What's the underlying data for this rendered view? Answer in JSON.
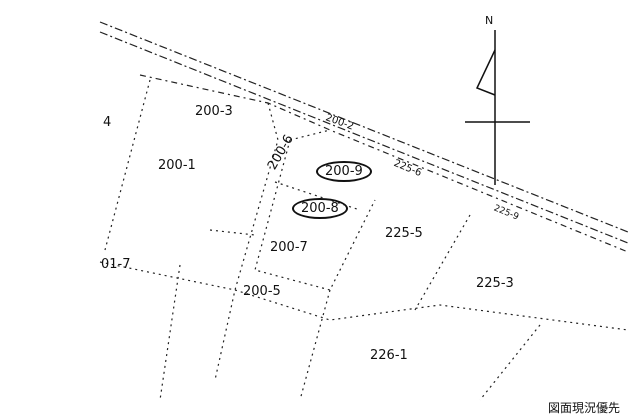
{
  "north_label": "N",
  "parcels": {
    "p4": "4",
    "p200_3": "200-3",
    "p200_1": "200-1",
    "p200_6": "200-6",
    "p200_2": "200-2",
    "p200_9": "200-9",
    "p225_6": "225-6",
    "p200_8": "200-8",
    "p225_5": "225-5",
    "p200_7": "200-7",
    "p01_7": "01-7",
    "p200_5": "200-5",
    "p225_3": "225-3",
    "p226_1": "226-1",
    "p225_9": "225-9"
  },
  "caption": "図面現況優先"
}
